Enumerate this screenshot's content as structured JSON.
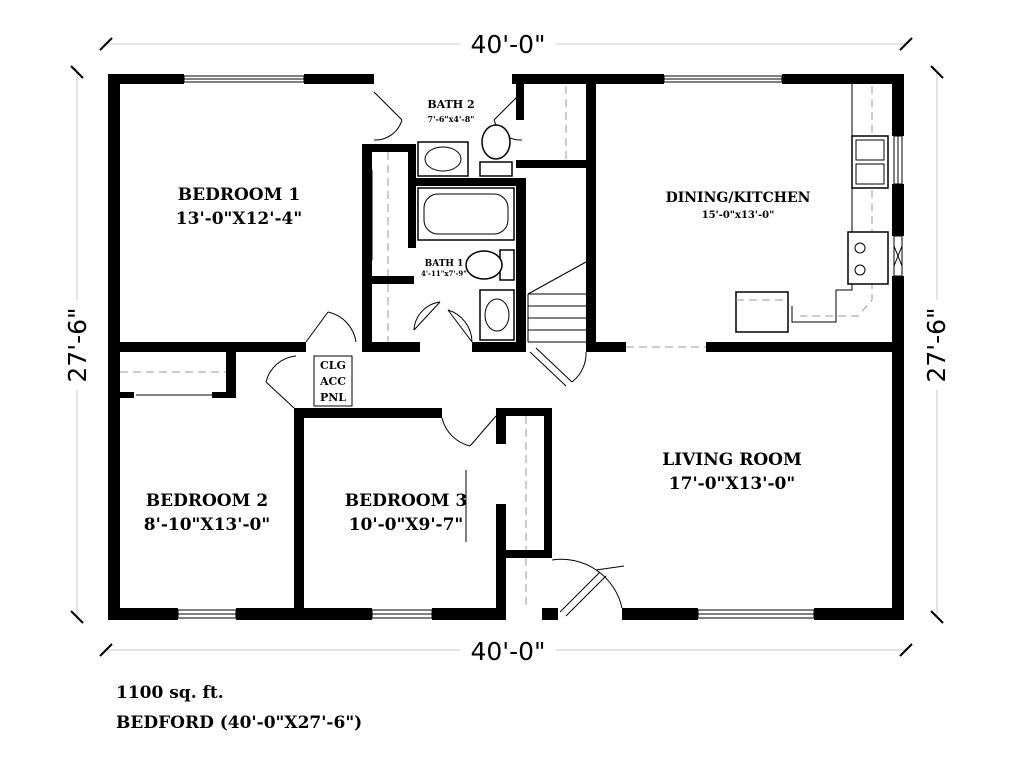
{
  "dimensions": {
    "top": "40'-0\"",
    "bottom": "40'-0\"",
    "left": "27'-6\"",
    "right": "27'-6\""
  },
  "rooms": {
    "bedroom1": {
      "name": "BEDROOM 1",
      "size": "13'-0\"X12'-4\""
    },
    "bath2": {
      "name": "BATH 2",
      "size": "7'-6\"x4'-8\""
    },
    "bath1": {
      "name": "BATH 1",
      "size": "4'-11\"x7'-9\""
    },
    "dining_kitchen": {
      "name": "DINING/KITCHEN",
      "size": "15'-0\"x13'-0\""
    },
    "bedroom2": {
      "name": "BEDROOM 2",
      "size": "8'-10\"X13'-0\""
    },
    "bedroom3": {
      "name": "BEDROOM 3",
      "size": "10'-0\"X9'-7\""
    },
    "living_room": {
      "name": "LIVING ROOM",
      "size": "17'-0\"X13'-0\""
    }
  },
  "panel": {
    "line1": "CLG",
    "line2": "ACC",
    "line3": "PNL"
  },
  "caption": {
    "area": "1100 sq. ft.",
    "model": "BEDFORD (40'-0\"X27'-6\")"
  }
}
